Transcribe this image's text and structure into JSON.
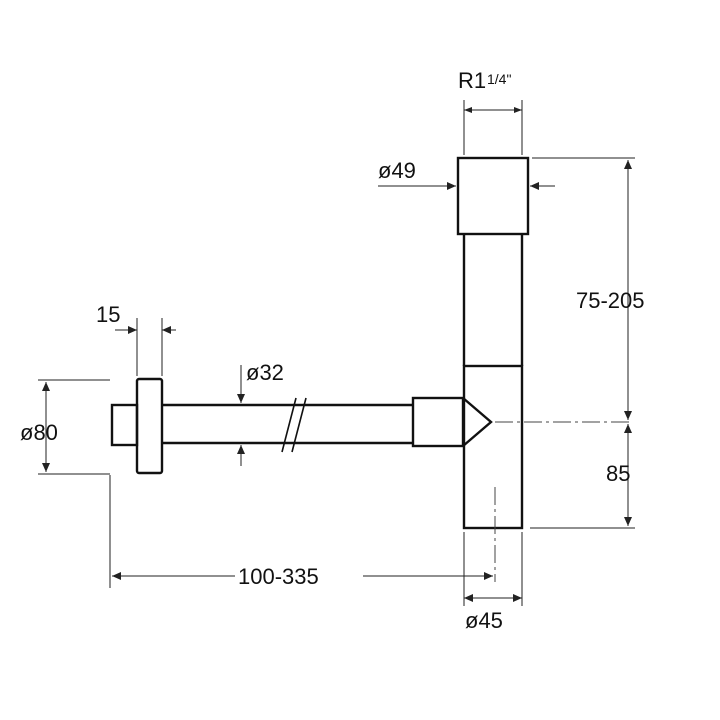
{
  "dimensions": {
    "thread": "R1",
    "thread_frac": "1/4\"",
    "cap_diameter": "ø49",
    "tube_diameter": "ø32",
    "rosette_diameter": "ø80",
    "rosette_thickness": "15",
    "height_range": "75-205",
    "trap_height": "85",
    "horizontal_range": "100-335",
    "outlet_diameter": "ø45"
  }
}
